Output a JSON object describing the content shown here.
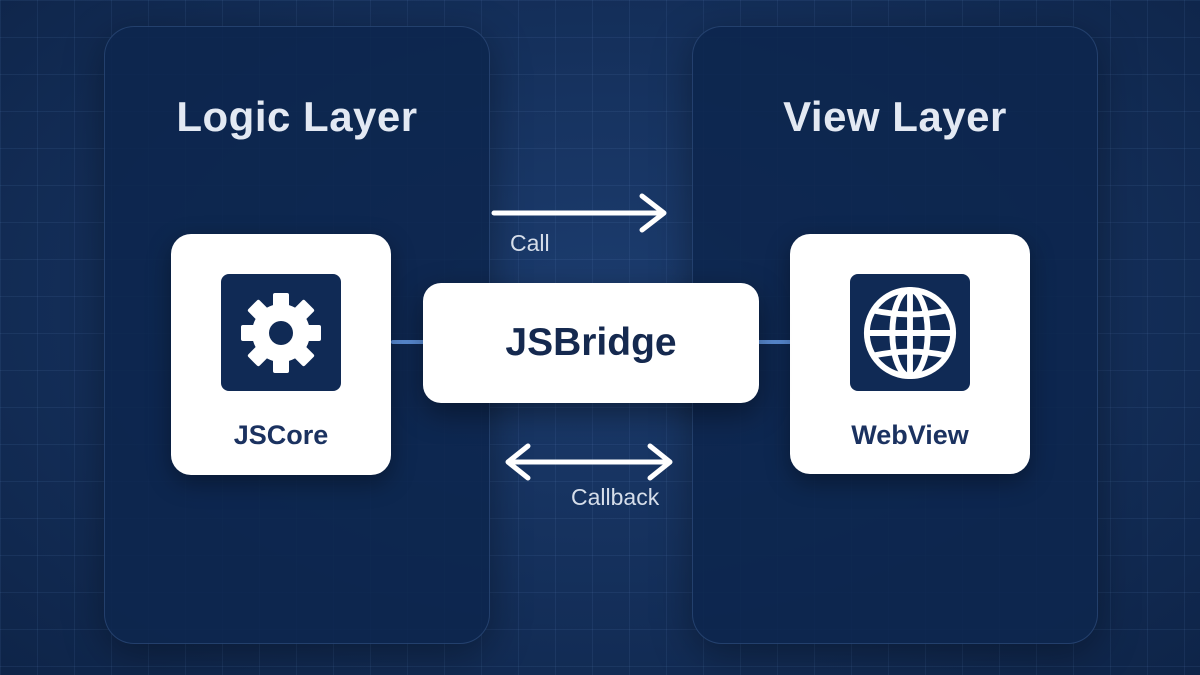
{
  "logic_layer": {
    "title": "Logic Layer",
    "component": {
      "label": "JSCore",
      "icon": "gear-icon"
    }
  },
  "view_layer": {
    "title": "View Layer",
    "component": {
      "label": "WebView",
      "icon": "globe-icon"
    }
  },
  "bridge": {
    "label": "JSBridge"
  },
  "flows": {
    "call_label": "Call",
    "callback_label": "Callback"
  },
  "colors": {
    "background": "#142f5a",
    "panel": "#0d254d",
    "card": "#ffffff",
    "icon_box": "#102a55",
    "text_dark": "#15294f",
    "connector": "#5b8ed8"
  }
}
